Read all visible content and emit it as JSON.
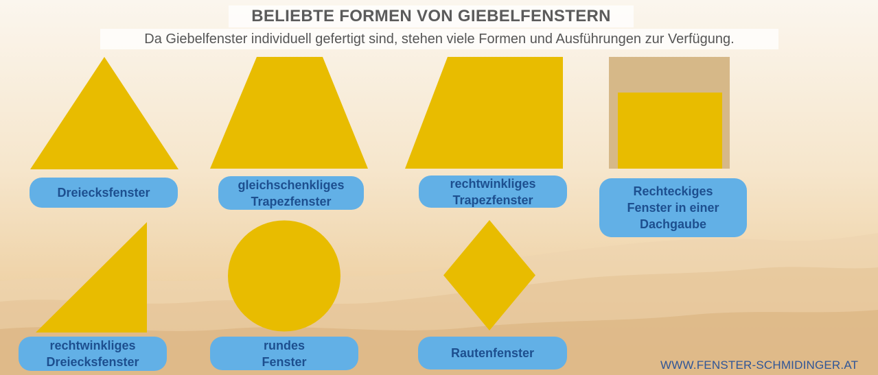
{
  "header": {
    "title": "BELIEBTE FORMEN VON GIEBELFENSTERN",
    "subtitle": "Da Giebelfenster individuell gefertigt sind, stehen viele Formen und Ausführungen zur Verfügung."
  },
  "labels": {
    "dreieck": "Dreiecksfenster",
    "gleich_trapez": "gleichschenkliges\nTrapezfenster",
    "recht_trapez": "rechtwinkliges\nTrapezfenster",
    "dachgaube": "Rechteckiges\nFenster in einer\nDachgaube",
    "recht_dreieck": "rechtwinkliges\nDreiecksfenster",
    "rund": "rundes\nFenster",
    "raute": "Rautenfenster"
  },
  "footer": {
    "website": "WWW.FENSTER-SCHMIDINGER.AT"
  },
  "colors": {
    "shape_fill": "#e8bc00",
    "dormer_frame": "#d6b888",
    "label_bg": "#62b0e6",
    "label_text": "#1d4f8f"
  }
}
